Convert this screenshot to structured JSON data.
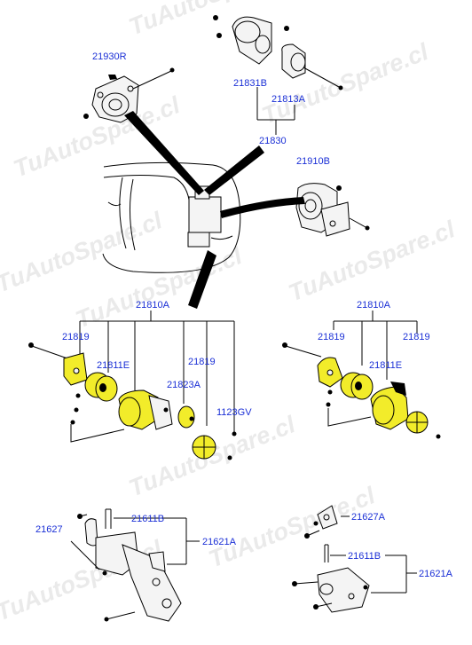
{
  "watermark": "TuAutoSpare.cl",
  "labels": {
    "p21930R": "21930R",
    "p21831B": "21831B",
    "p21813A": "21813A",
    "p21830": "21830",
    "p21910B": "21910B",
    "p21810A_left": "21810A",
    "p21819_left_a": "21819",
    "p21811E_left": "21811E",
    "p21819_left_b": "21819",
    "p21823A": "21823A",
    "p1123GV": "1123GV",
    "p21810A_right": "21810A",
    "p21819_right_a": "21819",
    "p21811E_right": "21811E",
    "p21819_right_b": "21819",
    "p21627": "21627",
    "p21611B_left": "21611B",
    "p21621A_left": "21621A",
    "p21627A": "21627A",
    "p21611B_right": "21611B",
    "p21621A_right": "21621A"
  }
}
